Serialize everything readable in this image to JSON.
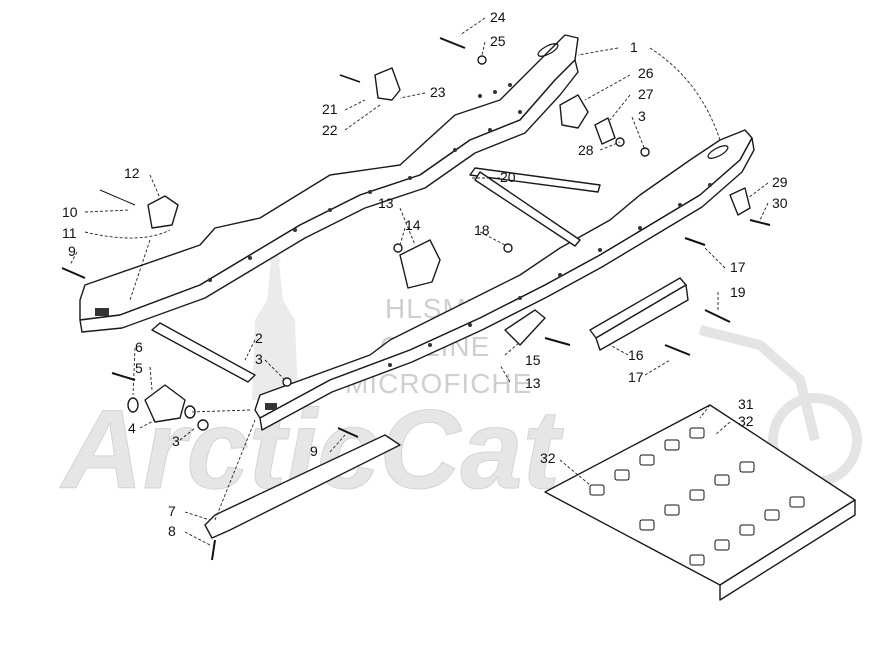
{
  "watermark": {
    "line1": "HLSM'S",
    "line2": "ONLINE",
    "line3": "MICROFICHE",
    "logo_text": "ArcticCat"
  },
  "callouts": [
    {
      "id": "c1",
      "label": "1"
    },
    {
      "id": "c24",
      "label": "24"
    },
    {
      "id": "c25",
      "label": "25"
    },
    {
      "id": "c26",
      "label": "26"
    },
    {
      "id": "c27",
      "label": "27"
    },
    {
      "id": "c3a",
      "label": "3"
    },
    {
      "id": "c28",
      "label": "28"
    },
    {
      "id": "c21",
      "label": "21"
    },
    {
      "id": "c22",
      "label": "22"
    },
    {
      "id": "c23",
      "label": "23"
    },
    {
      "id": "c12",
      "label": "12"
    },
    {
      "id": "c10",
      "label": "10"
    },
    {
      "id": "c11",
      "label": "11"
    },
    {
      "id": "c9a",
      "label": "9"
    },
    {
      "id": "c20",
      "label": "20"
    },
    {
      "id": "c29",
      "label": "29"
    },
    {
      "id": "c30",
      "label": "30"
    },
    {
      "id": "c13a",
      "label": "13"
    },
    {
      "id": "c14",
      "label": "14"
    },
    {
      "id": "c18",
      "label": "18"
    },
    {
      "id": "c17a",
      "label": "17"
    },
    {
      "id": "c19",
      "label": "19"
    },
    {
      "id": "c2",
      "label": "2"
    },
    {
      "id": "c3b",
      "label": "3"
    },
    {
      "id": "c15",
      "label": "15"
    },
    {
      "id": "c13b",
      "label": "13"
    },
    {
      "id": "c16",
      "label": "16"
    },
    {
      "id": "c17b",
      "label": "17"
    },
    {
      "id": "c6",
      "label": "6"
    },
    {
      "id": "c5",
      "label": "5"
    },
    {
      "id": "c4",
      "label": "4"
    },
    {
      "id": "c3c",
      "label": "3"
    },
    {
      "id": "c9b",
      "label": "9"
    },
    {
      "id": "c31",
      "label": "31"
    },
    {
      "id": "c32a",
      "label": "32"
    },
    {
      "id": "c32b",
      "label": "32"
    },
    {
      "id": "c7",
      "label": "7"
    },
    {
      "id": "c8",
      "label": "8"
    }
  ]
}
